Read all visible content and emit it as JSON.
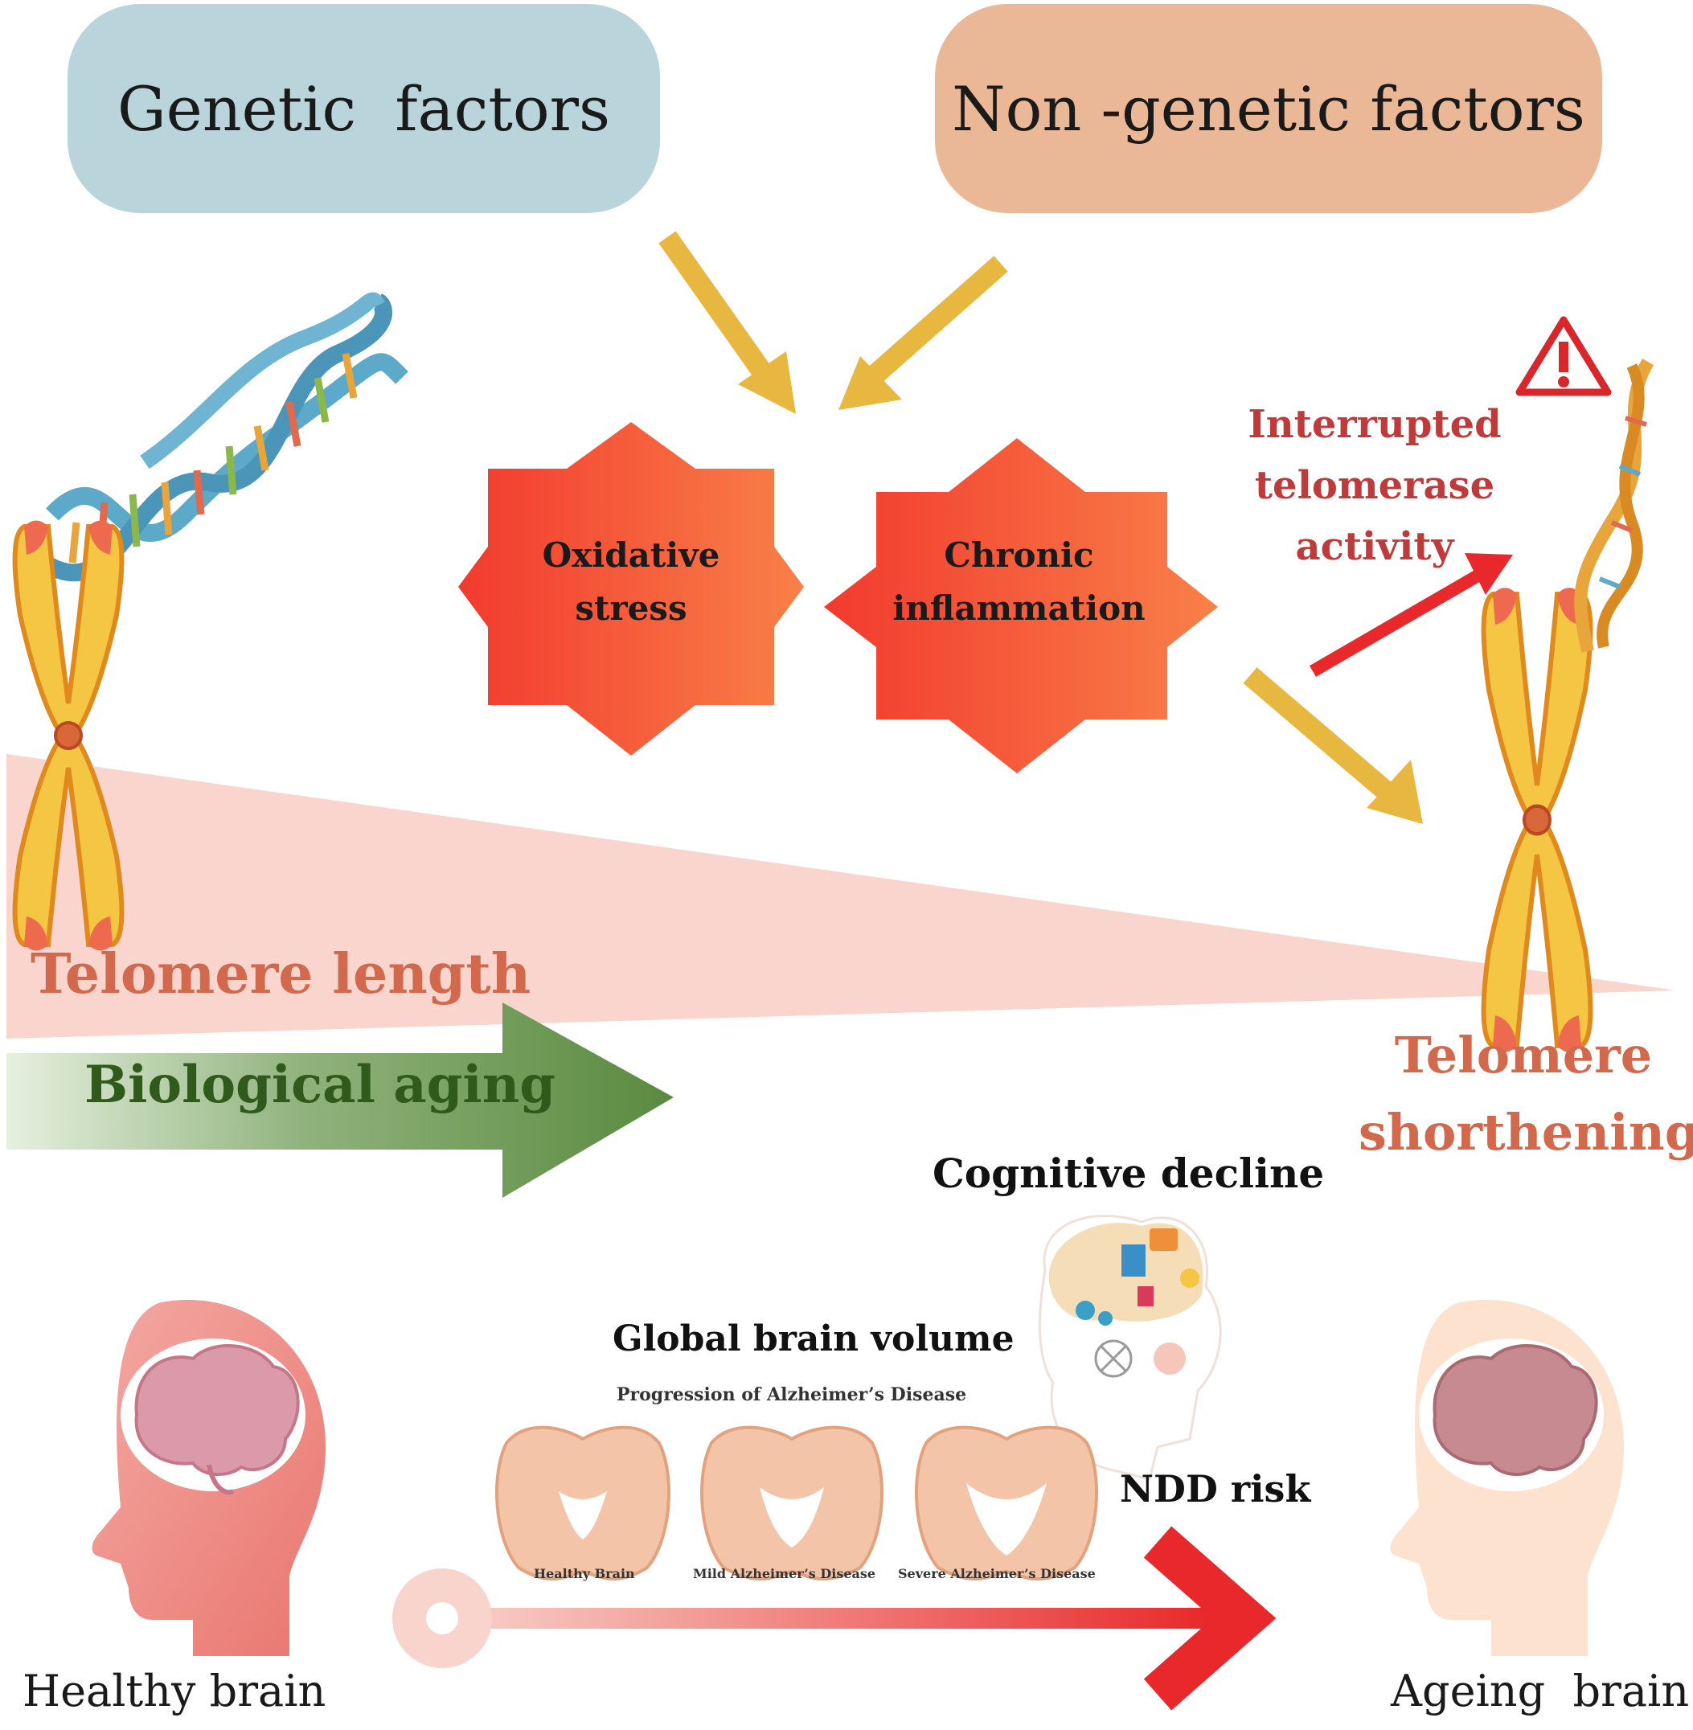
{
  "factors": {
    "genetic": "Genetic  factors",
    "non_genetic": "Non -genetic factors"
  },
  "stressors": {
    "oxidative_line1": "Oxidative",
    "oxidative_line2": "stress",
    "inflammation_line1": "Chronic",
    "inflammation_line2": "inflammation"
  },
  "telomerase": {
    "line1": "Interrupted",
    "line2": "telomerase",
    "line3": "activity"
  },
  "telomere_length": "Telomere length",
  "biological_aging": "Biological aging",
  "telomere_shortening": {
    "line1": "Telomere",
    "line2": "shorthening"
  },
  "outcomes": {
    "cognitive_decline": "Cognitive decline",
    "global_brain_volume": "Global brain volume",
    "ndd_risk": "NDD risk"
  },
  "alzheimers_panel": {
    "title": "Progression of Alzheimer’s Disease",
    "stages": [
      "Healthy Brain",
      "Mild Alzheimer’s Disease",
      "Severe Alzheimer’s Disease"
    ]
  },
  "brains": {
    "healthy": "Healthy brain",
    "ageing": "Ageing  brain"
  },
  "colors": {
    "genetic_box": "#b9d4da",
    "non_genetic_box": "#ebb897",
    "arrow_yellow": "#e8b740",
    "star_left": "#f23a2e",
    "star_right": "#f98048",
    "telomerase_text": "#bf3a3a",
    "telomere_text": "#d2684c",
    "aging_text": "#2f5a1c",
    "wedge": "#f9d5cd",
    "red_arrow": "#e8282a"
  },
  "icons": [
    "dna-helix-icon",
    "chromosome-icon",
    "warning-icon",
    "head-brain-icon",
    "cognitive-head-icon",
    "brain-section-icon"
  ]
}
